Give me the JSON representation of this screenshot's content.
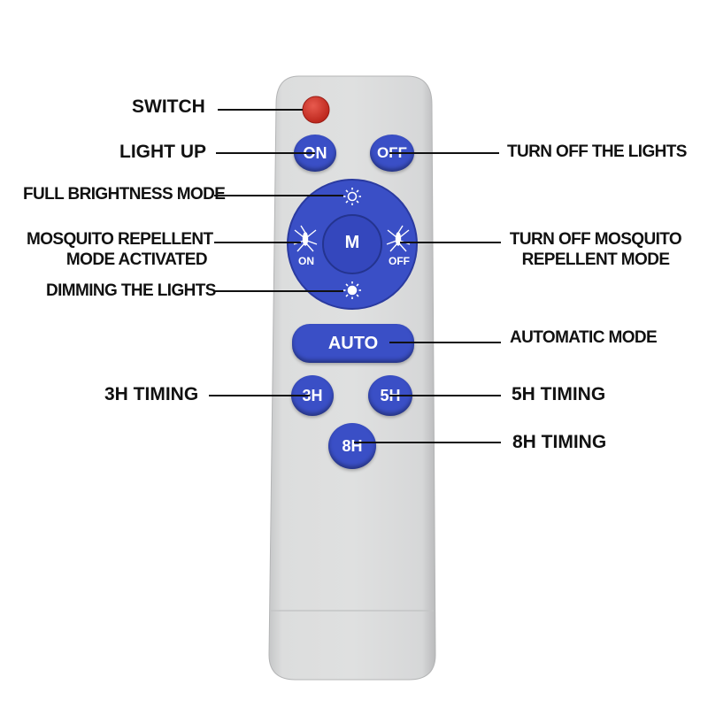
{
  "labels": {
    "switch": "SWITCH",
    "light_up": "LIGHT UP",
    "turn_off_lights": "TURN OFF THE LIGHTS",
    "full_brightness": "FULL BRIGHTNESS MODE",
    "mosquito_on_line1": "MOSQUITO REPELLENT",
    "mosquito_on_line2": "MODE ACTIVATED",
    "mosquito_off_line1": "TURN OFF MOSQUITO",
    "mosquito_off_line2": "REPELLENT MODE",
    "dimming": "DIMMING THE LIGHTS",
    "automatic": "AUTOMATIC MODE",
    "timing_3h": "3H TIMING",
    "timing_5h": "5H TIMING",
    "timing_8h": "8H TIMING"
  },
  "buttons": {
    "on": "ON",
    "off": "OFF",
    "m": "M",
    "mosquito_on": "ON",
    "mosquito_off": "OFF",
    "auto": "AUTO",
    "h3": "3H",
    "h5": "5H",
    "h8": "8H"
  },
  "colors": {
    "button_blue": "#3a4fc6",
    "power_red": "#d8382e",
    "remote_body": "#d9dadb"
  }
}
